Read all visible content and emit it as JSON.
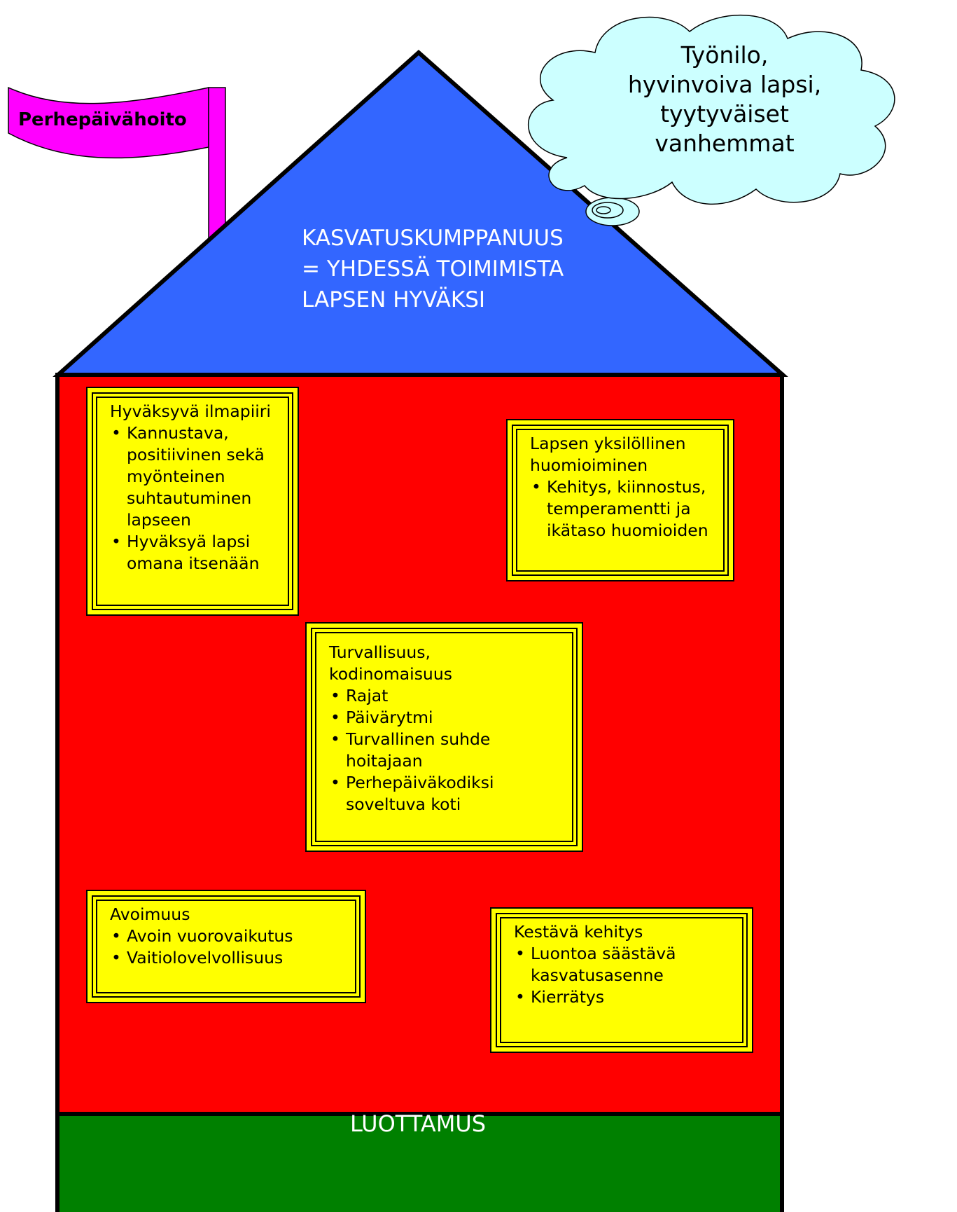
{
  "flag": {
    "label": "Perhepäivähoito",
    "color": "#ff00ff"
  },
  "roof": {
    "lines": [
      "KASVATUSKUMPPANUUS",
      "= YHDESSÄ TOIMIMISTA",
      "LAPSEN HYVÄKSI"
    ],
    "color": "#3366ff"
  },
  "cloud": {
    "lines": [
      "Työnilo,",
      "hyvinvoiva lapsi,",
      "tyytyväiset",
      "vanhemmat"
    ],
    "color": "#ccffff"
  },
  "house": {
    "wall_color": "#ff0000",
    "foundation_color": "#008000"
  },
  "foundation": {
    "label": "LUOTTAMUS"
  },
  "boxes": {
    "ilmapiiri": {
      "title": "Hyväksyvä ilmapiiri",
      "items": [
        "Kannustava, positiivinen sekä myönteinen suhtautuminen lapseen",
        "Hyväksyä lapsi omana itsenään"
      ]
    },
    "yksilollinen": {
      "title_lines": [
        "Lapsen yksilöllinen",
        "huomioiminen"
      ],
      "items": [
        "Kehitys, kiinnostus, temperamentti ja ikätaso huomioiden"
      ]
    },
    "turvallisuus": {
      "title_lines": [
        "Turvallisuus,",
        "kodinomaisuus"
      ],
      "items": [
        "Rajat",
        "Päivärytmi",
        "Turvallinen suhde hoitajaan",
        "Perhepäiväkodiksi soveltuva koti"
      ]
    },
    "avoimuus": {
      "title": "Avoimuus",
      "items": [
        "Avoin vuorovaikutus",
        "Vaitiolovelvollisuus"
      ]
    },
    "kestava": {
      "title": "Kestävä kehitys",
      "items": [
        "Luontoa säästävä kasvatusasenne",
        "Kierrätys"
      ]
    },
    "color": "#ffff00"
  }
}
